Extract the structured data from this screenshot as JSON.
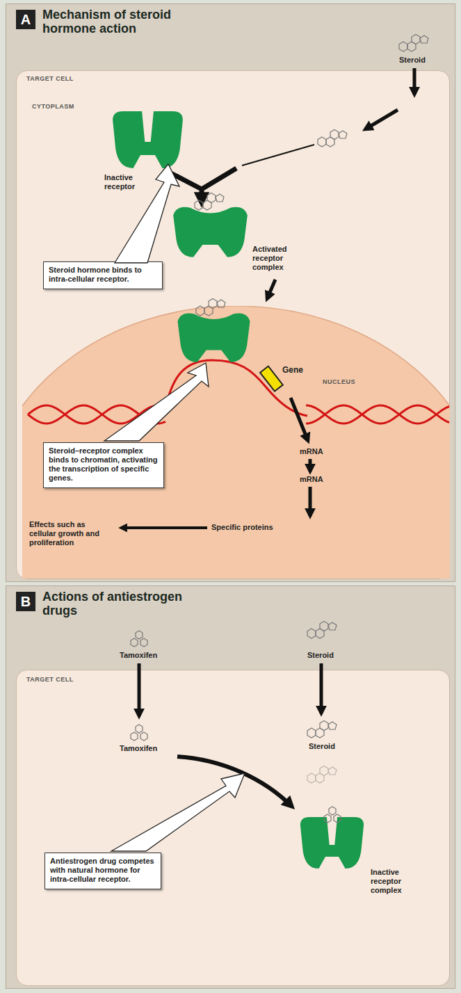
{
  "diagram": {
    "nodes": [
      {
        "text": [
          "A",
          "Mechanism of steroid hormone action"
        ]
      },
      {
        "text": [
          "TARGET CELL",
          "CYTOPLASM"
        ],
        "in": 0
      },
      {
        "text": [
          "Steroid hormone binds to intra-cellular receptor."
        ],
        "in": 1
      },
      {
        "text": [
          "NUCLEUS"
        ],
        "in": 1
      },
      {
        "text": [
          "Steroid–receptor complex binds to chromatin, activating the transcription of specific genes."
        ],
        "in": 3
      },
      {
        "text": [
          "B",
          "Actions of antiestrogen drugs"
        ]
      },
      {
        "text": [
          "TARGET CELL"
        ],
        "in": 5
      },
      {
        "text": [
          "Antiestrogen drug competes with natural hormone for intra-cellular receptor."
        ],
        "in": 6
      }
    ],
    "labels": [
      "Steroid",
      "Inactive receptor",
      "Activated receptor complex",
      "Gene",
      "mRNA",
      "mRNA",
      "Specific proteins",
      "Effects such as cellular growth and proliferation",
      "Tamoxifen",
      "Steroid",
      "Tamoxifen",
      "Steroid",
      "Inactive receptor complex"
    ]
  }
}
